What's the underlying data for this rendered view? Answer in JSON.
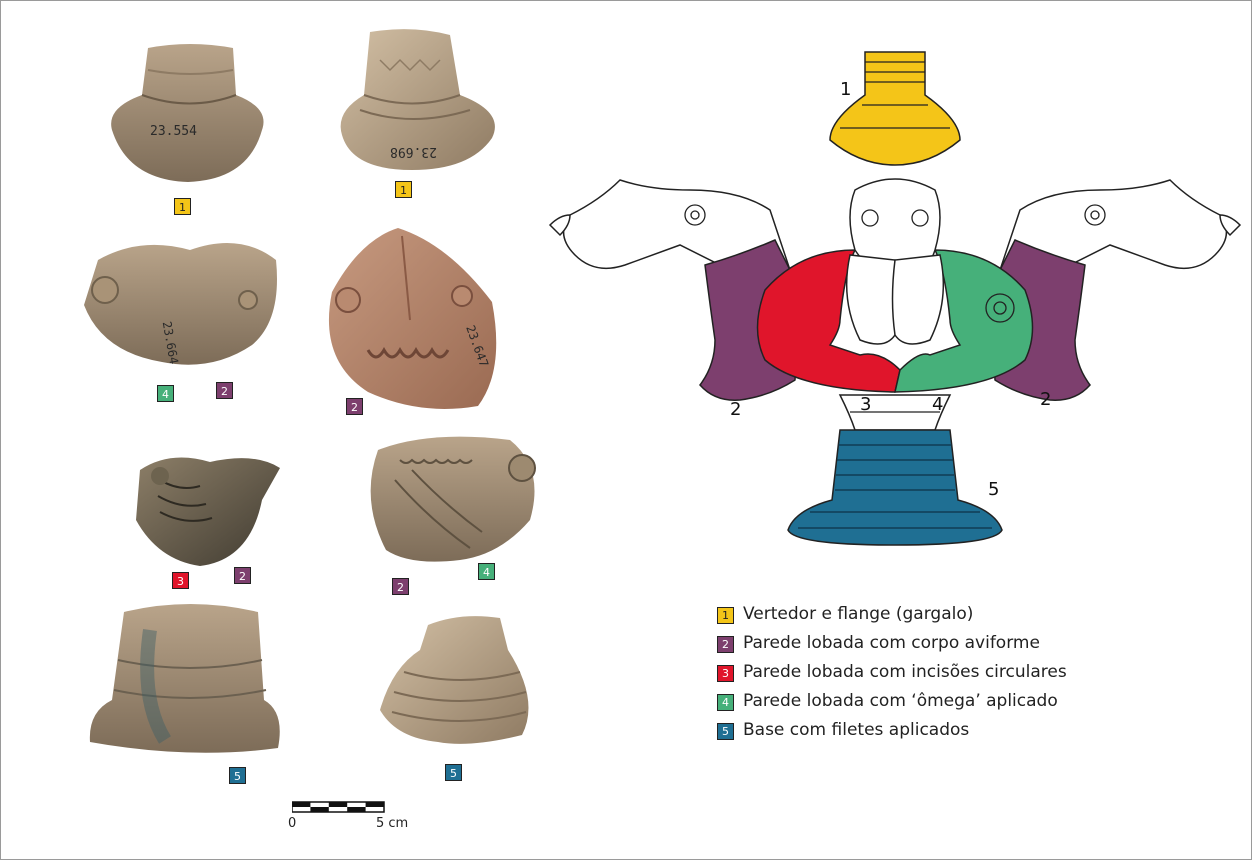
{
  "badges": [
    "1",
    "1",
    "4",
    "2",
    "2",
    "3",
    "2",
    "2",
    "4",
    "5",
    "5"
  ],
  "scale": {
    "left_label": "0",
    "right_label": "5 cm"
  },
  "diagram_labels": [
    "1",
    "2",
    "2",
    "3",
    "4",
    "5"
  ],
  "legend": [
    {
      "num": "1",
      "text": "Vertedor e flange (gargalo)",
      "color": "#f4c518"
    },
    {
      "num": "2",
      "text": "Parede lobada com corpo aviforme",
      "color": "#7d3f6e"
    },
    {
      "num": "3",
      "text": "Parede lobada com incisões circulares",
      "color": "#e0152b"
    },
    {
      "num": "4",
      "text": "Parede lobada com ‘ômega’ aplicado",
      "color": "#46b07a"
    },
    {
      "num": "5",
      "text": "Base com filetes aplicados",
      "color": "#1f6f93"
    }
  ],
  "sherd_numbers": [
    "23.554",
    "23.698",
    "23.664",
    "23.647"
  ],
  "colors": {
    "yellow": "#f4c518",
    "purple": "#7d3f6e",
    "red": "#e0152b",
    "green": "#46b07a",
    "blue": "#1f6f93"
  }
}
